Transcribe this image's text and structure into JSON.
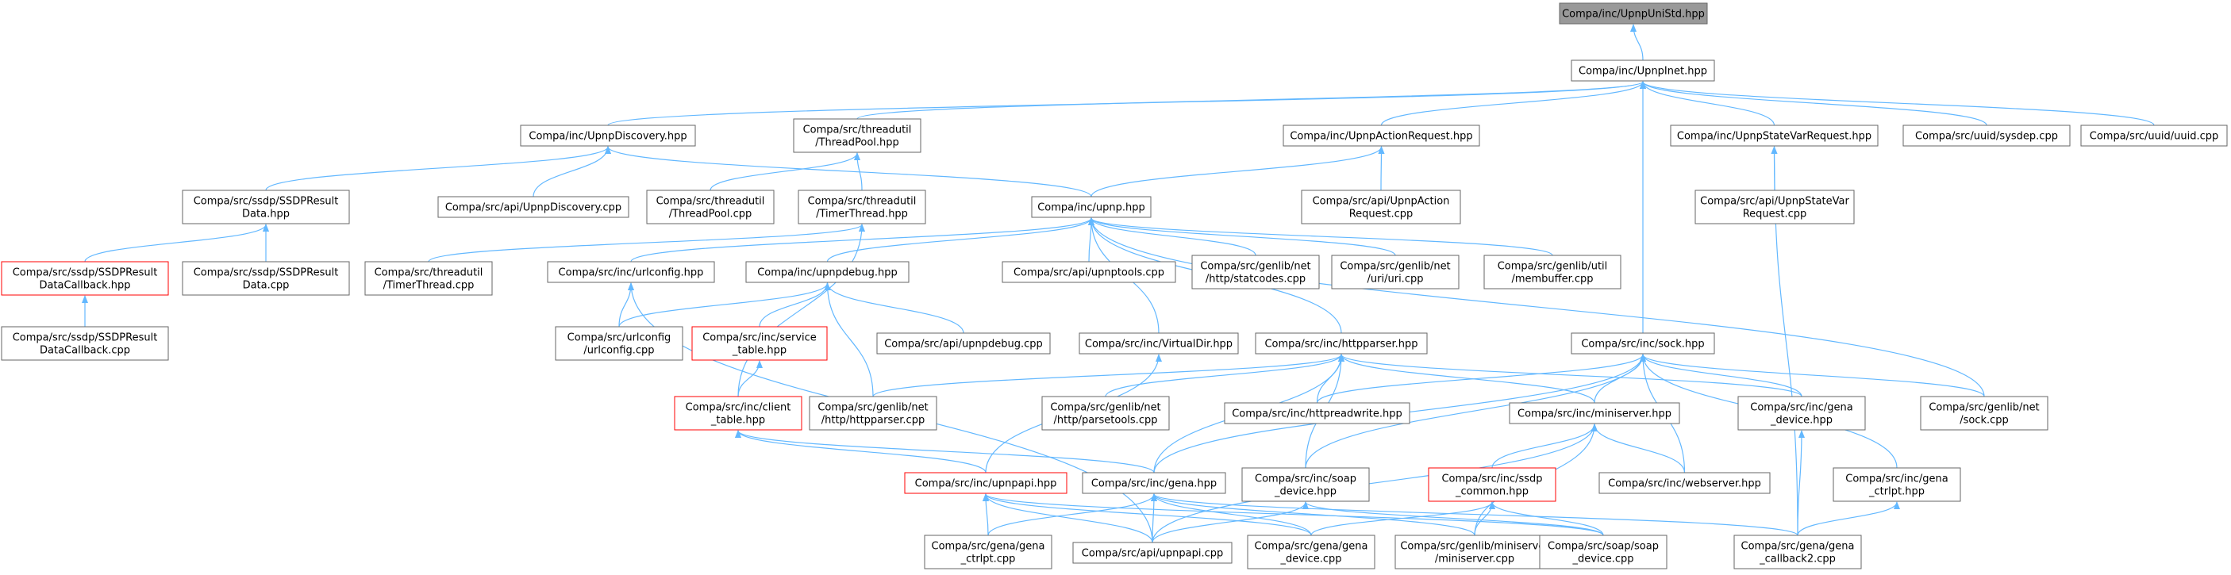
{
  "colors": {
    "edge": "#63b8ff",
    "box_border": "#666666",
    "box_border_red": "#ff0000",
    "box_fill": "#ffffff",
    "root_fill": "#999999",
    "root_border": "#666666",
    "text": "#000000"
  },
  "nodes": [
    {
      "id": "unistd",
      "lines": [
        "Compa/inc/UpnpUniStd.hpp"
      ],
      "style": "root"
    },
    {
      "id": "upnpinet",
      "lines": [
        "Compa/inc/UpnpInet.hpp"
      ],
      "style": "normal"
    },
    {
      "id": "discovery",
      "lines": [
        "Compa/inc/UpnpDiscovery.hpp"
      ],
      "style": "normal"
    },
    {
      "id": "threadpoolhpp",
      "lines": [
        "Compa/src/threadutil",
        "/ThreadPool.hpp"
      ],
      "style": "normal"
    },
    {
      "id": "actionreq",
      "lines": [
        "Compa/inc/UpnpActionRequest.hpp"
      ],
      "style": "normal"
    },
    {
      "id": "statevarreq",
      "lines": [
        "Compa/inc/UpnpStateVarRequest.hpp"
      ],
      "style": "normal"
    },
    {
      "id": "sysdep",
      "lines": [
        "Compa/src/uuid/sysdep.cpp"
      ],
      "style": "normal"
    },
    {
      "id": "uuidcpp",
      "lines": [
        "Compa/src/uuid/uuid.cpp"
      ],
      "style": "normal"
    },
    {
      "id": "ssdpresulthpp",
      "lines": [
        "Compa/src/ssdp/SSDPResult",
        "Data.hpp"
      ],
      "style": "normal"
    },
    {
      "id": "apidiscovery",
      "lines": [
        "Compa/src/api/UpnpDiscovery.cpp"
      ],
      "style": "normal"
    },
    {
      "id": "threadpoolcpp",
      "lines": [
        "Compa/src/threadutil",
        "/ThreadPool.cpp"
      ],
      "style": "normal"
    },
    {
      "id": "timerthreadhpp",
      "lines": [
        "Compa/src/threadutil",
        "/TimerThread.hpp"
      ],
      "style": "normal"
    },
    {
      "id": "upnphpp",
      "lines": [
        "Compa/inc/upnp.hpp"
      ],
      "style": "normal"
    },
    {
      "id": "apiaction",
      "lines": [
        "Compa/src/api/UpnpAction",
        "Request.cpp"
      ],
      "style": "normal"
    },
    {
      "id": "apistatevar",
      "lines": [
        "Compa/src/api/UpnpStateVar",
        "Request.cpp"
      ],
      "style": "normal"
    },
    {
      "id": "ssdpcbhpp",
      "lines": [
        "Compa/src/ssdp/SSDPResult",
        "DataCallback.hpp"
      ],
      "style": "red"
    },
    {
      "id": "ssdpresultcpp",
      "lines": [
        "Compa/src/ssdp/SSDPResult",
        "Data.cpp"
      ],
      "style": "normal"
    },
    {
      "id": "timerthreadcpp",
      "lines": [
        "Compa/src/threadutil",
        "/TimerThread.cpp"
      ],
      "style": "normal"
    },
    {
      "id": "urlconfighpp",
      "lines": [
        "Compa/src/inc/urlconfig.hpp"
      ],
      "style": "normal"
    },
    {
      "id": "upnpdebughpp",
      "lines": [
        "Compa/inc/upnpdebug.hpp"
      ],
      "style": "normal"
    },
    {
      "id": "upnptools",
      "lines": [
        "Compa/src/api/upnptools.cpp"
      ],
      "style": "normal"
    },
    {
      "id": "statcodes",
      "lines": [
        "Compa/src/genlib/net",
        "/http/statcodes.cpp"
      ],
      "style": "normal"
    },
    {
      "id": "uricpp",
      "lines": [
        "Compa/src/genlib/net",
        "/uri/uri.cpp"
      ],
      "style": "normal"
    },
    {
      "id": "membuffer",
      "lines": [
        "Compa/src/genlib/util",
        "/membuffer.cpp"
      ],
      "style": "normal"
    },
    {
      "id": "ssdpcbcpp",
      "lines": [
        "Compa/src/ssdp/SSDPResult",
        "DataCallback.cpp"
      ],
      "style": "normal"
    },
    {
      "id": "urlconfigcpp",
      "lines": [
        "Compa/src/urlconfig",
        "/urlconfig.cpp"
      ],
      "style": "normal"
    },
    {
      "id": "servicetable",
      "lines": [
        "Compa/src/inc/service",
        "_table.hpp"
      ],
      "style": "red"
    },
    {
      "id": "upnpdebugcpp",
      "lines": [
        "Compa/src/api/upnpdebug.cpp"
      ],
      "style": "normal"
    },
    {
      "id": "virtualdir",
      "lines": [
        "Compa/src/inc/VirtualDir.hpp"
      ],
      "style": "normal"
    },
    {
      "id": "httpparserhpp",
      "lines": [
        "Compa/src/inc/httpparser.hpp"
      ],
      "style": "normal"
    },
    {
      "id": "sockhpp",
      "lines": [
        "Compa/src/inc/sock.hpp"
      ],
      "style": "normal"
    },
    {
      "id": "clienttable",
      "lines": [
        "Compa/src/inc/client",
        "_table.hpp"
      ],
      "style": "red"
    },
    {
      "id": "httpparsercpp",
      "lines": [
        "Compa/src/genlib/net",
        "/http/httpparser.cpp"
      ],
      "style": "normal"
    },
    {
      "id": "parsetools",
      "lines": [
        "Compa/src/genlib/net",
        "/http/parsetools.cpp"
      ],
      "style": "normal"
    },
    {
      "id": "httpreadwrite",
      "lines": [
        "Compa/src/inc/httpreadwrite.hpp"
      ],
      "style": "normal"
    },
    {
      "id": "miniserverhpp",
      "lines": [
        "Compa/src/inc/miniserver.hpp"
      ],
      "style": "normal"
    },
    {
      "id": "genadevicehpp",
      "lines": [
        "Compa/src/inc/gena",
        "_device.hpp"
      ],
      "style": "normal"
    },
    {
      "id": "sockcpp",
      "lines": [
        "Compa/src/genlib/net",
        "/sock.cpp"
      ],
      "style": "normal"
    },
    {
      "id": "upnpapihpp",
      "lines": [
        "Compa/src/inc/upnpapi.hpp"
      ],
      "style": "red"
    },
    {
      "id": "genahpp",
      "lines": [
        "Compa/src/inc/gena.hpp"
      ],
      "style": "normal"
    },
    {
      "id": "soapdevicehpp",
      "lines": [
        "Compa/src/inc/soap",
        "_device.hpp"
      ],
      "style": "normal"
    },
    {
      "id": "ssdpcommon",
      "lines": [
        "Compa/src/inc/ssdp",
        "_common.hpp"
      ],
      "style": "red"
    },
    {
      "id": "webserverhpp",
      "lines": [
        "Compa/src/inc/webserver.hpp"
      ],
      "style": "normal"
    },
    {
      "id": "genactrlpthpp",
      "lines": [
        "Compa/src/inc/gena",
        "_ctrlpt.hpp"
      ],
      "style": "normal"
    },
    {
      "id": "genactrlptcpp",
      "lines": [
        "Compa/src/gena/gena",
        "_ctrlpt.cpp"
      ],
      "style": "normal"
    },
    {
      "id": "upnpapicpp",
      "lines": [
        "Compa/src/api/upnpapi.cpp"
      ],
      "style": "normal"
    },
    {
      "id": "genadevicecpp",
      "lines": [
        "Compa/src/gena/gena",
        "_device.cpp"
      ],
      "style": "normal"
    },
    {
      "id": "miniservercpp",
      "lines": [
        "Compa/src/genlib/miniserver",
        "/miniserver.cpp"
      ],
      "style": "normal"
    },
    {
      "id": "soapdevicecpp",
      "lines": [
        "Compa/src/soap/soap",
        "_device.cpp"
      ],
      "style": "normal"
    },
    {
      "id": "genacallback2",
      "lines": [
        "Compa/src/gena/gena",
        "_callback2.cpp"
      ],
      "style": "normal"
    }
  ],
  "edges": [
    [
      "unistd",
      "upnpinet"
    ],
    [
      "upnpinet",
      "discovery"
    ],
    [
      "upnpinet",
      "threadpoolhpp"
    ],
    [
      "upnpinet",
      "actionreq"
    ],
    [
      "upnpinet",
      "statevarreq"
    ],
    [
      "upnpinet",
      "sysdep"
    ],
    [
      "upnpinet",
      "uuidcpp"
    ],
    [
      "upnpinet",
      "sockhpp"
    ],
    [
      "discovery",
      "ssdpresulthpp"
    ],
    [
      "discovery",
      "apidiscovery"
    ],
    [
      "discovery",
      "upnphpp"
    ],
    [
      "threadpoolhpp",
      "threadpoolcpp"
    ],
    [
      "threadpoolhpp",
      "timerthreadhpp"
    ],
    [
      "actionreq",
      "upnphpp"
    ],
    [
      "actionreq",
      "apiaction"
    ],
    [
      "statevarreq",
      "apistatevar"
    ],
    [
      "statevarreq",
      "genacallback2"
    ],
    [
      "ssdpresulthpp",
      "ssdpcbhpp"
    ],
    [
      "ssdpresulthpp",
      "ssdpresultcpp"
    ],
    [
      "ssdpcbhpp",
      "ssdpcbcpp"
    ],
    [
      "timerthreadhpp",
      "timerthreadcpp"
    ],
    [
      "timerthreadhpp",
      "clienttable"
    ],
    [
      "upnphpp",
      "urlconfighpp"
    ],
    [
      "upnphpp",
      "upnpdebughpp"
    ],
    [
      "upnphpp",
      "upnptools"
    ],
    [
      "upnphpp",
      "statcodes"
    ],
    [
      "upnphpp",
      "uricpp"
    ],
    [
      "upnphpp",
      "membuffer"
    ],
    [
      "upnphpp",
      "virtualdir"
    ],
    [
      "upnphpp",
      "httpparserhpp"
    ],
    [
      "upnphpp",
      "sockcpp"
    ],
    [
      "urlconfighpp",
      "urlconfigcpp"
    ],
    [
      "urlconfighpp",
      "upnpapicpp"
    ],
    [
      "upnpdebughpp",
      "urlconfigcpp"
    ],
    [
      "upnpdebughpp",
      "servicetable"
    ],
    [
      "upnpdebughpp",
      "upnpdebugcpp"
    ],
    [
      "upnpdebughpp",
      "httpparsercpp"
    ],
    [
      "servicetable",
      "clienttable"
    ],
    [
      "virtualdir",
      "upnpapihpp"
    ],
    [
      "httpparserhpp",
      "httpparsercpp"
    ],
    [
      "httpparserhpp",
      "parsetools"
    ],
    [
      "httpparserhpp",
      "httpreadwrite"
    ],
    [
      "httpparserhpp",
      "miniserverhpp"
    ],
    [
      "httpparserhpp",
      "genadevicehpp"
    ],
    [
      "httpparserhpp",
      "genahpp"
    ],
    [
      "httpparserhpp",
      "soapdevicehpp"
    ],
    [
      "sockhpp",
      "httpreadwrite"
    ],
    [
      "sockhpp",
      "miniserverhpp"
    ],
    [
      "sockhpp",
      "genadevicehpp"
    ],
    [
      "sockhpp",
      "sockcpp"
    ],
    [
      "sockhpp",
      "genahpp"
    ],
    [
      "sockhpp",
      "soapdevicehpp"
    ],
    [
      "sockhpp",
      "webserverhpp"
    ],
    [
      "sockhpp",
      "genactrlpthpp"
    ],
    [
      "clienttable",
      "upnpapihpp"
    ],
    [
      "clienttable",
      "genahpp"
    ],
    [
      "miniserverhpp",
      "ssdpcommon"
    ],
    [
      "miniserverhpp",
      "webserverhpp"
    ],
    [
      "miniserverhpp",
      "miniservercpp"
    ],
    [
      "miniserverhpp",
      "upnpapicpp"
    ],
    [
      "genadevicehpp",
      "genacallback2"
    ],
    [
      "upnpapihpp",
      "genactrlptcpp"
    ],
    [
      "upnpapihpp",
      "upnpapicpp"
    ],
    [
      "upnpapihpp",
      "genadevicecpp"
    ],
    [
      "upnpapihpp",
      "soapdevicecpp"
    ],
    [
      "genahpp",
      "genactrlptcpp"
    ],
    [
      "genahpp",
      "upnpapicpp"
    ],
    [
      "genahpp",
      "genadevicecpp"
    ],
    [
      "genahpp",
      "miniservercpp"
    ],
    [
      "genahpp",
      "genacallback2"
    ],
    [
      "soapdevicehpp",
      "upnpapicpp"
    ],
    [
      "soapdevicehpp",
      "soapdevicecpp"
    ],
    [
      "ssdpcommon",
      "genadevicecpp"
    ],
    [
      "ssdpcommon",
      "miniservercpp"
    ],
    [
      "ssdpcommon",
      "soapdevicecpp"
    ],
    [
      "genactrlpthpp",
      "genacallback2"
    ]
  ]
}
